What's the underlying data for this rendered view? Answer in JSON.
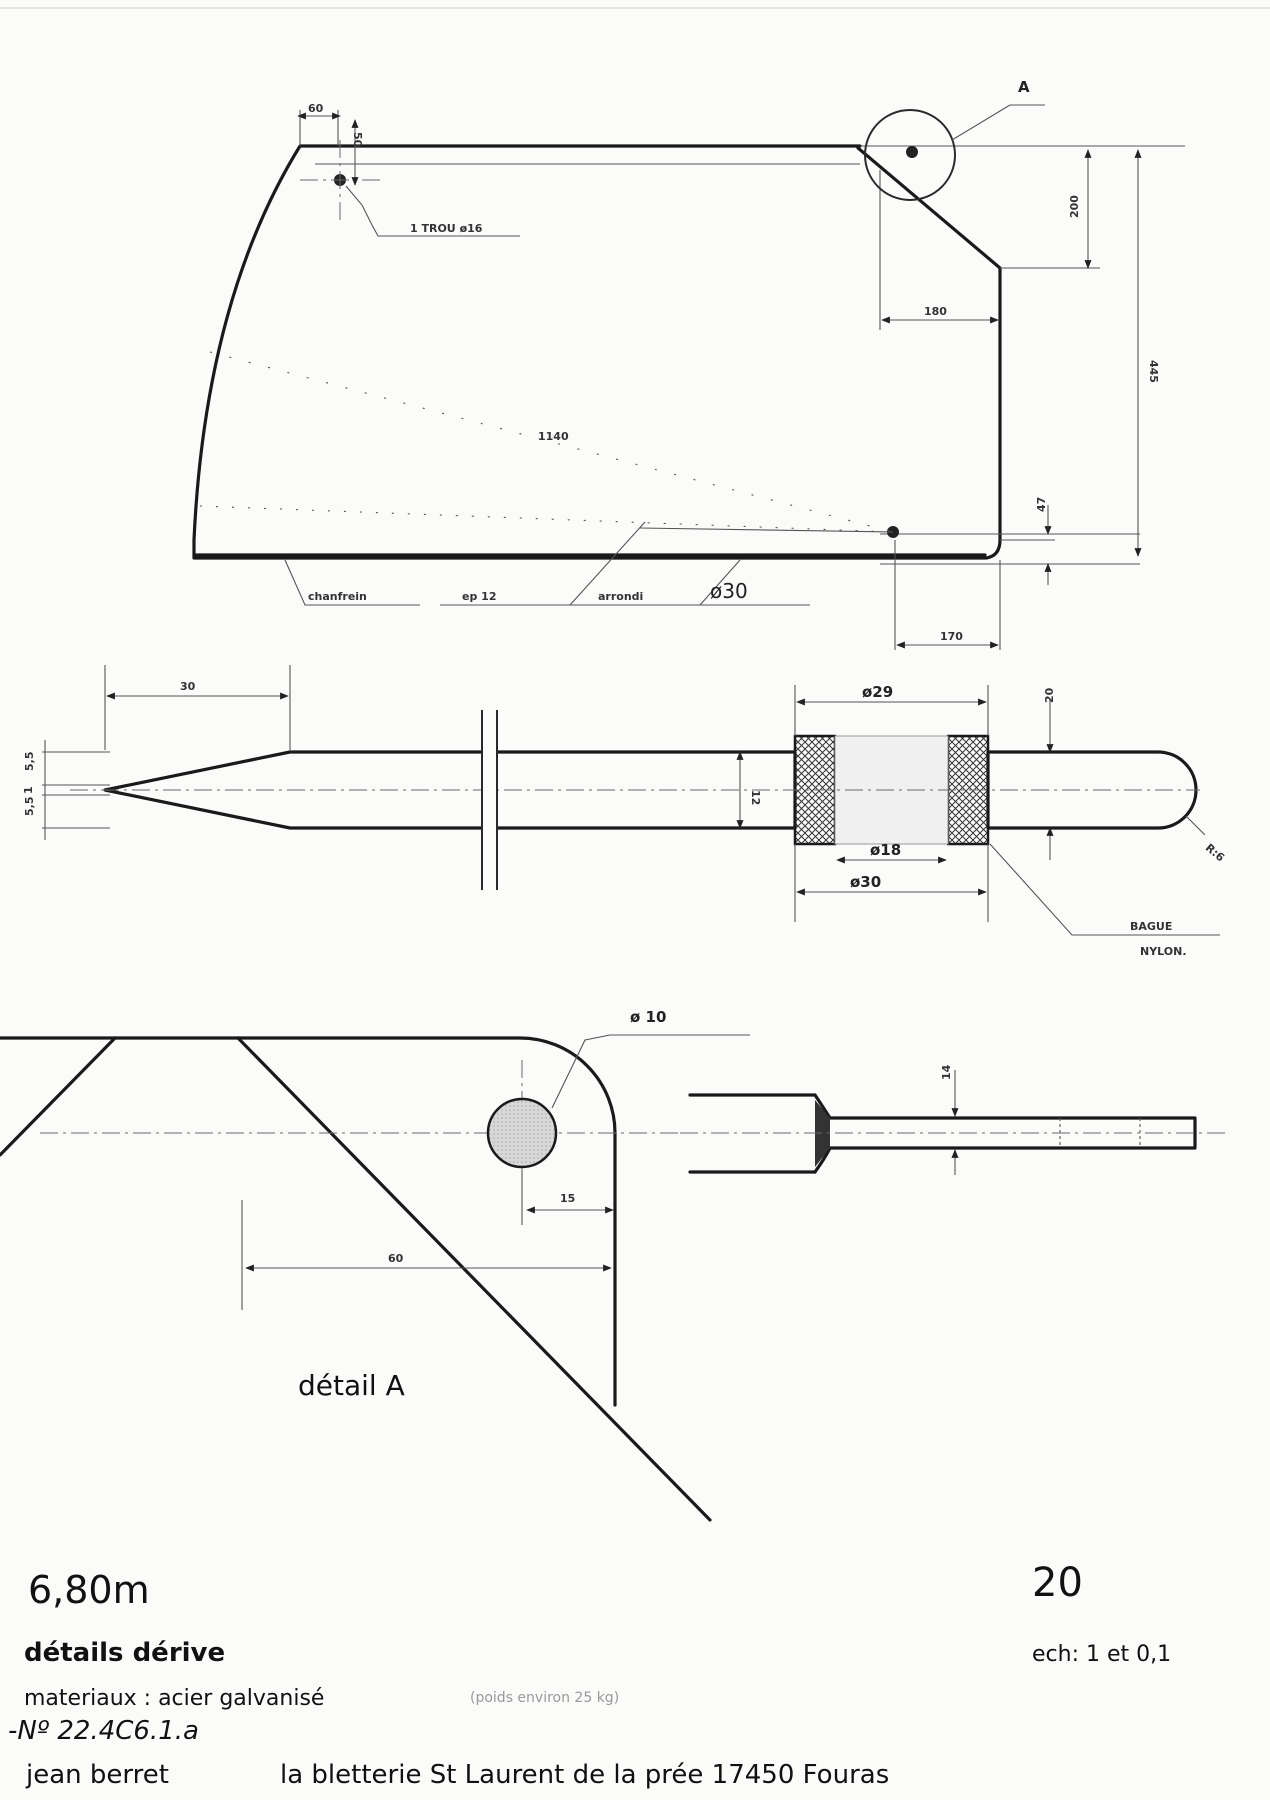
{
  "drawing": {
    "leader_a": "A",
    "dims_top": {
      "d60": "60",
      "d50": "50",
      "hole": "1 TROU ø16",
      "d200": "200",
      "d180": "180",
      "d445": "445",
      "d1140": "1140",
      "d47": "47",
      "d170": "170",
      "chanfrein": "chanfrein",
      "ep12": "ep 12",
      "arrondi": "arrondi",
      "dia30": "ø30"
    },
    "dims_section": {
      "d30": "30",
      "d55a": "5,5",
      "d1": "1",
      "d55b": "5,5",
      "d12": "12",
      "d29": "ø29",
      "d20": "20",
      "d18": "ø18",
      "d30b": "ø30",
      "r6": "R:6",
      "bague": "BAGUE",
      "nylon": "NYLON."
    },
    "dims_detail": {
      "dia10": "ø 10",
      "d15": "15",
      "d60": "60",
      "d14": "14",
      "detail_label": "détail A"
    }
  },
  "title_block": {
    "boat_length": "6,80m",
    "sheet_number": "20",
    "subject": "détails dérive",
    "scale": "ech: 1 et 0,1",
    "materials": "materiaux : acier galvanisé",
    "materials_note": "(poids environ 25 kg)",
    "reference": "-Nº 22.4C6.1.a",
    "designer": "jean berret",
    "address": "la bletterie  St Laurent de la prée  17450 Fouras"
  }
}
